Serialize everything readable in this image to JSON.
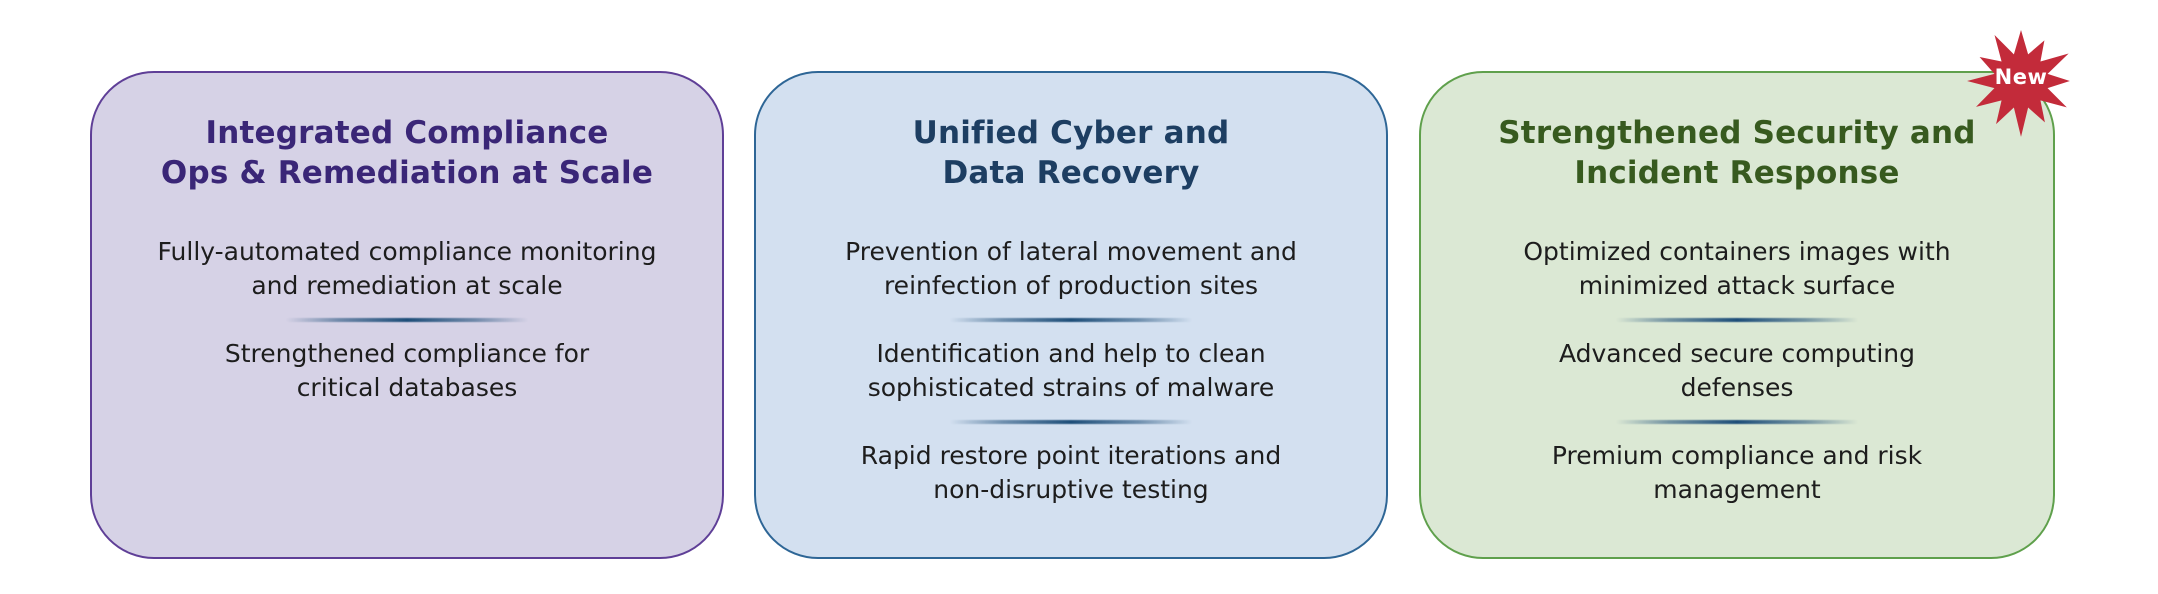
{
  "cards": [
    {
      "title": "Integrated Compliance\nOps & Remediation at Scale",
      "title_color": "#3a2677",
      "background": "#d6d2e6",
      "border_color": "#5f3f97",
      "items": [
        "Fully-automated compliance monitoring\nand remediation at scale",
        "Strengthened compliance for\ncritical databases"
      ]
    },
    {
      "title": "Unified Cyber and\nData Recovery",
      "title_color": "#1d3e62",
      "background": "#d3e0f0",
      "border_color": "#2e6696",
      "items": [
        "Prevention of lateral movement and\nreinfection of production sites",
        "Identification and help to clean\nsophisticated strains of malware",
        "Rapid restore point iterations and\nnon-disruptive testing"
      ]
    },
    {
      "title": "Strengthened Security and\nIncident Response",
      "title_color": "#375a1f",
      "background": "#dbe8d4",
      "border_color": "#5fa04c",
      "items": [
        "Optimized containers images with\nminimized attack surface",
        "Advanced secure computing\ndefenses",
        "Premium compliance and risk\nmanagement"
      ],
      "badge": {
        "label": "New",
        "background": "#c32b3a",
        "text_color": "#ffffff"
      }
    }
  ],
  "divider_color": "#1e4e79",
  "body_text_color": "#1d1d1d",
  "canvas_background": "#ffffff"
}
